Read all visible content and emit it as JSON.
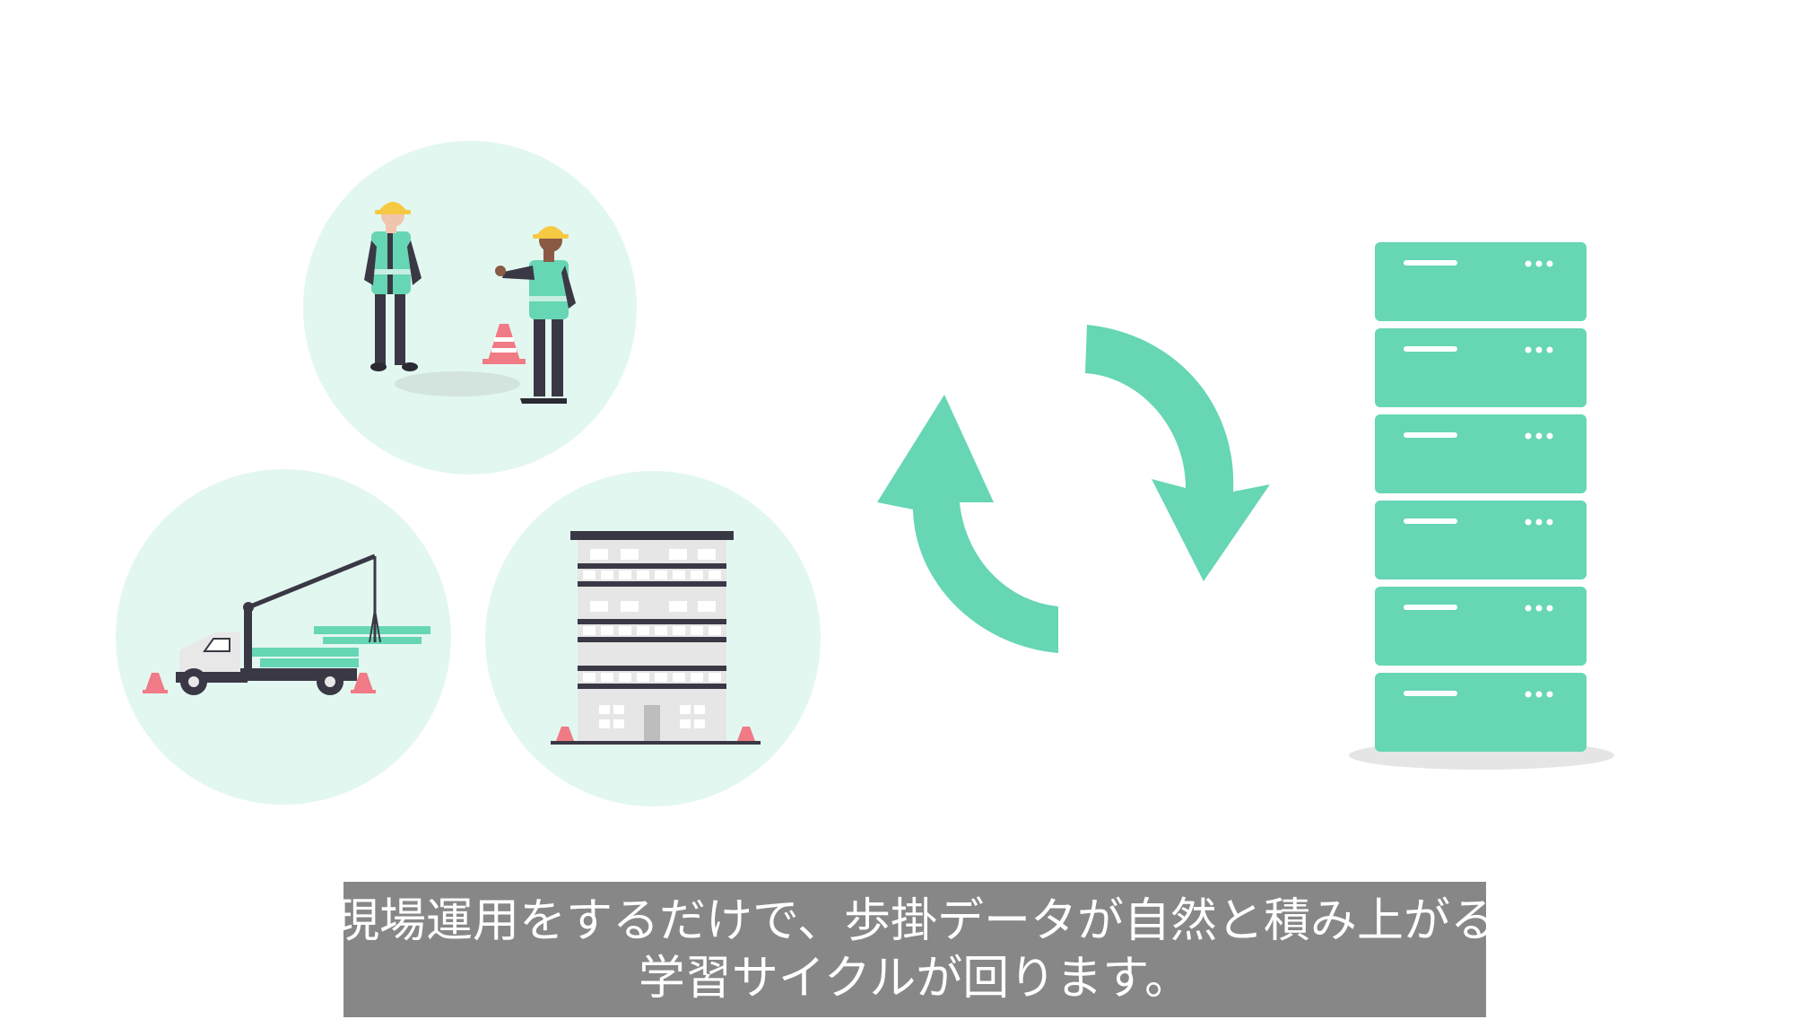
{
  "caption": {
    "line1": "現場運用をするだけで、歩掛データが自然と積み上がる",
    "line2": "学習サイクルが回ります。"
  },
  "colors": {
    "accent": "#66d6b4",
    "circle_bg": "#e3f7f1",
    "caption_bg": "#878787",
    "caption_text": "#ffffff",
    "dark": "#3a3845",
    "cone": "#f07a85",
    "helmet": "#f6c943"
  },
  "illustrations": [
    "workers-illustration",
    "crane-truck-illustration",
    "building-illustration",
    "cycle-arrows-icon",
    "server-stack-icon"
  ]
}
